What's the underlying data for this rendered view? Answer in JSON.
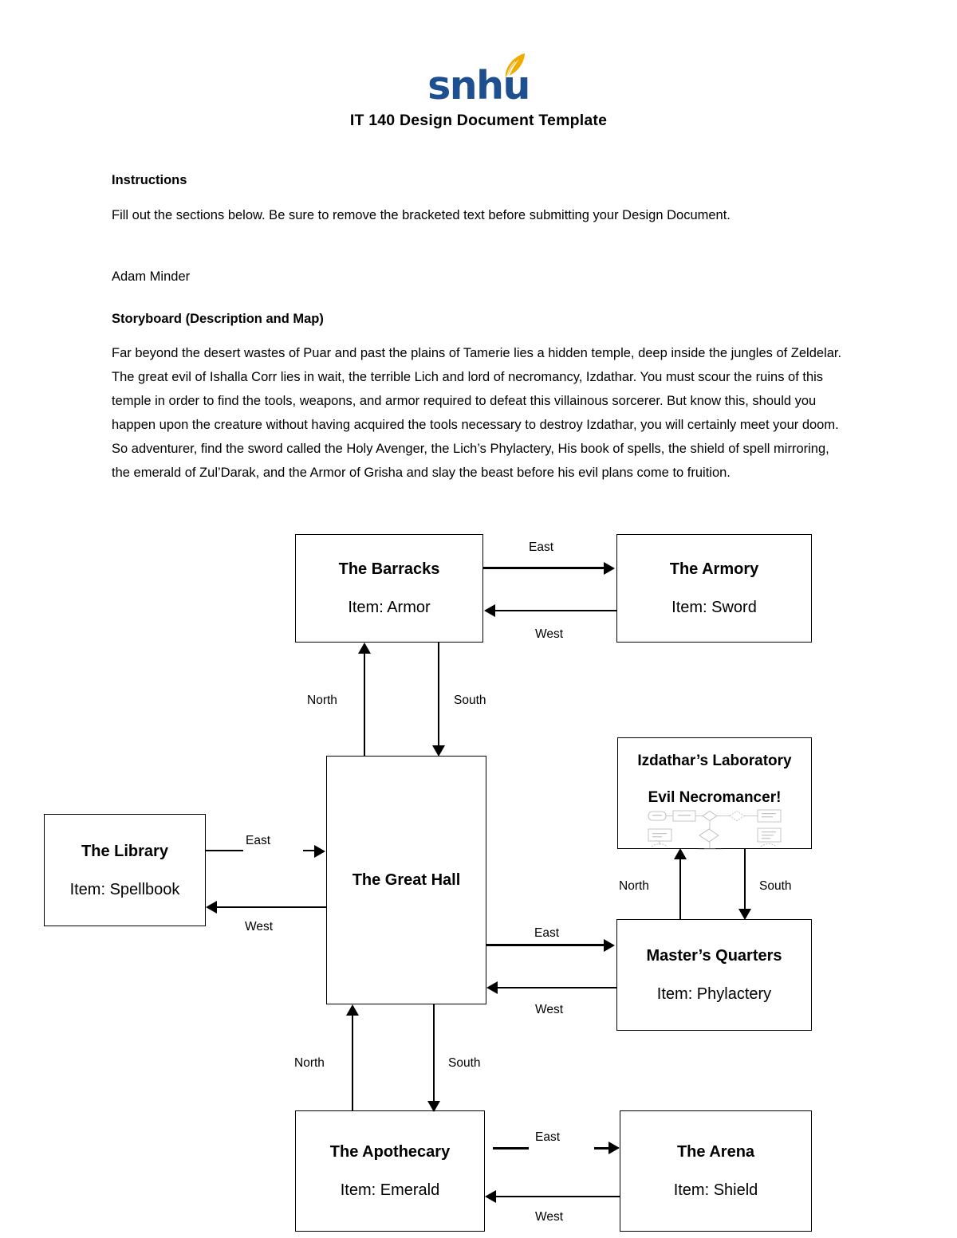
{
  "header": {
    "logo_text": "snhu",
    "logo_icon": "feather-icon",
    "brand_color": "#1d4f91",
    "feather_color": "#f0ab00",
    "doc_title": "IT 140 Design Document Template"
  },
  "sections": {
    "instructions_heading": "Instructions",
    "instructions_body": "Fill out the sections below. Be sure to remove the bracketed text before submitting your Design Document.",
    "author": "Adam Minder",
    "storyboard_heading": "Storyboard (Description and Map)",
    "storyboard_body": "Far beyond the desert wastes of Puar and past the plains of Tamerie lies a hidden temple, deep inside the jungles of Zeldelar. The great evil of Ishalla Corr lies in wait, the terrible Lich and lord of necromancy, Izdathar. You must scour the ruins of this temple in order to find the tools, weapons, and armor required to defeat this villainous sorcerer. But know this, should you happen upon the creature without having acquired the tools necessary to destroy Izdathar, you will certainly meet your doom. So adventurer, find the sword called the Holy Avenger, the Lich’s Phylactery, His book of spells, the shield of spell mirroring, the emerald of Zul’Darak, and the Armor of Grisha and slay the beast before his evil plans come to fruition."
  },
  "map": {
    "rooms": [
      {
        "id": "barracks",
        "title": "The Barracks",
        "item": "Item: Armor"
      },
      {
        "id": "armory",
        "title": "The Armory",
        "item": "Item: Sword"
      },
      {
        "id": "library",
        "title": "The Library",
        "item": "Item: Spellbook"
      },
      {
        "id": "great-hall",
        "title": "The Great Hall",
        "item": ""
      },
      {
        "id": "laboratory",
        "title": "Izdathar’s Laboratory",
        "item": "Evil Necromancer!"
      },
      {
        "id": "masters",
        "title": "Master’s Quarters",
        "item": "Item: Phylactery"
      },
      {
        "id": "apothecary",
        "title": "The Apothecary",
        "item": "Item: Emerald"
      },
      {
        "id": "arena",
        "title": "The Arena",
        "item": "Item: Shield"
      }
    ],
    "directions": {
      "barracks_to_armory": "East",
      "armory_to_barracks": "West",
      "hall_to_barracks": "North",
      "barracks_to_hall": "South",
      "library_to_hall": "East",
      "hall_to_library": "West",
      "hall_to_masters": "East",
      "masters_to_hall": "West",
      "masters_to_lab": "North",
      "lab_to_masters": "South",
      "hall_to_apothecary_north": "North",
      "hall_to_apothecary_south": "South",
      "apothecary_to_arena": "East",
      "arena_to_apothecary": "West"
    }
  }
}
